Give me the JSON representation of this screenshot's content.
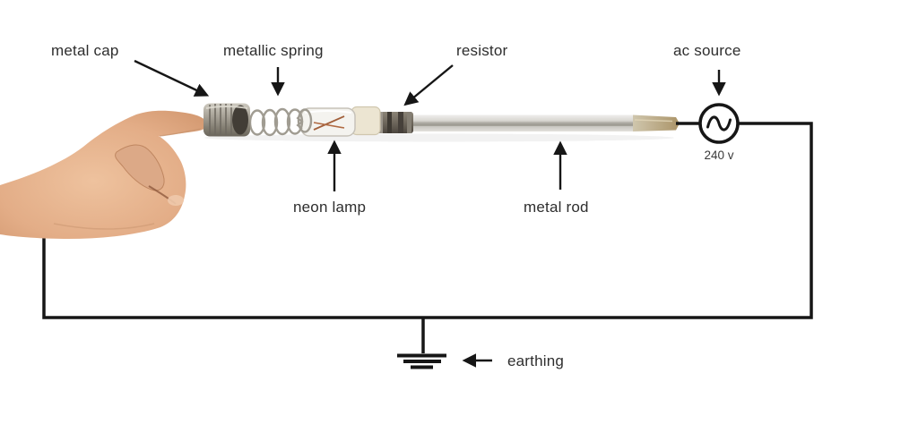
{
  "figure": {
    "type": "labeled-circuit-diagram"
  },
  "labels": {
    "metal_cap": "metal cap",
    "metallic_spring": "metallic spring",
    "resistor": "resistor",
    "ac_source": "ac source",
    "neon_lamp": "neon lamp",
    "metal_rod": "metal rod",
    "earthing": "earthing"
  },
  "ac_source": {
    "voltage": "240 v",
    "symbol": "sine-wave-in-circle"
  },
  "earthing": {
    "symbol": "three-bar-ground"
  },
  "colors": {
    "wire": "#161616",
    "label_text": "#2e2e2e",
    "skin_tone": "#e3ad87",
    "rod_metal": "#c9c7c2",
    "rod_tip_brass": "#b59c6e",
    "ceramic": "#ece5d2",
    "resistor_body": "#6e675c",
    "cap_metal": "#9d988c",
    "background": "#ffffff"
  }
}
